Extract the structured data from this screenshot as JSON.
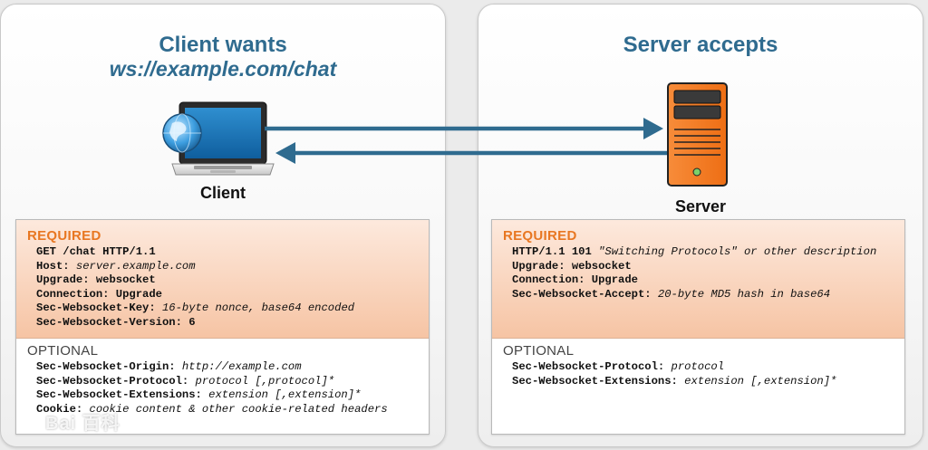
{
  "client": {
    "title": "Client wants",
    "url": "ws://example.com/chat",
    "caption": "Client",
    "required_label": "REQUIRED",
    "required_lines": [
      {
        "key": "GET /chat HTTP/1.1",
        "value": ""
      },
      {
        "key": "Host: ",
        "value": "server.example.com"
      },
      {
        "key": "Upgrade: websocket",
        "value": ""
      },
      {
        "key": "Connection: Upgrade",
        "value": ""
      },
      {
        "key": "Sec-Websocket-Key: ",
        "value": "16-byte nonce, base64 encoded"
      },
      {
        "key": "Sec-Websocket-Version: 6",
        "value": ""
      }
    ],
    "optional_label": "OPTIONAL",
    "optional_lines": [
      {
        "key": "Sec-Websocket-Origin: ",
        "value": "http://example.com"
      },
      {
        "key": "Sec-Websocket-Protocol: ",
        "value": "protocol [,protocol]*"
      },
      {
        "key": "Sec-Websocket-Extensions: ",
        "value": "extension [,extension]*"
      },
      {
        "key": "Cookie: ",
        "value": "cookie content & other cookie-related headers"
      }
    ]
  },
  "server": {
    "title": "Server accepts",
    "caption": "Server",
    "required_label": "REQUIRED",
    "required_lines": [
      {
        "key": "HTTP/1.1 101 ",
        "value": "\"Switching Protocols\" or other description"
      },
      {
        "key": "Upgrade: websocket",
        "value": ""
      },
      {
        "key": "Connection: Upgrade",
        "value": ""
      },
      {
        "key": "Sec-Websocket-Accept: ",
        "value": "20-byte MD5 hash in base64"
      }
    ],
    "optional_label": "OPTIONAL",
    "optional_lines": [
      {
        "key": "Sec-Websocket-Protocol: ",
        "value": "protocol"
      },
      {
        "key": "Sec-Websocket-Extensions: ",
        "value": "extension [,extension]*"
      }
    ]
  },
  "watermark": "Bai 百科",
  "colors": {
    "title_blue": "#2f6b8f",
    "arrow_blue": "#2f6b8f",
    "required_orange": "#e87722",
    "server_orange": "#f47a20"
  },
  "icons": [
    "laptop-icon",
    "globe-icon",
    "server-icon",
    "arrow-right-icon",
    "arrow-left-icon"
  ]
}
